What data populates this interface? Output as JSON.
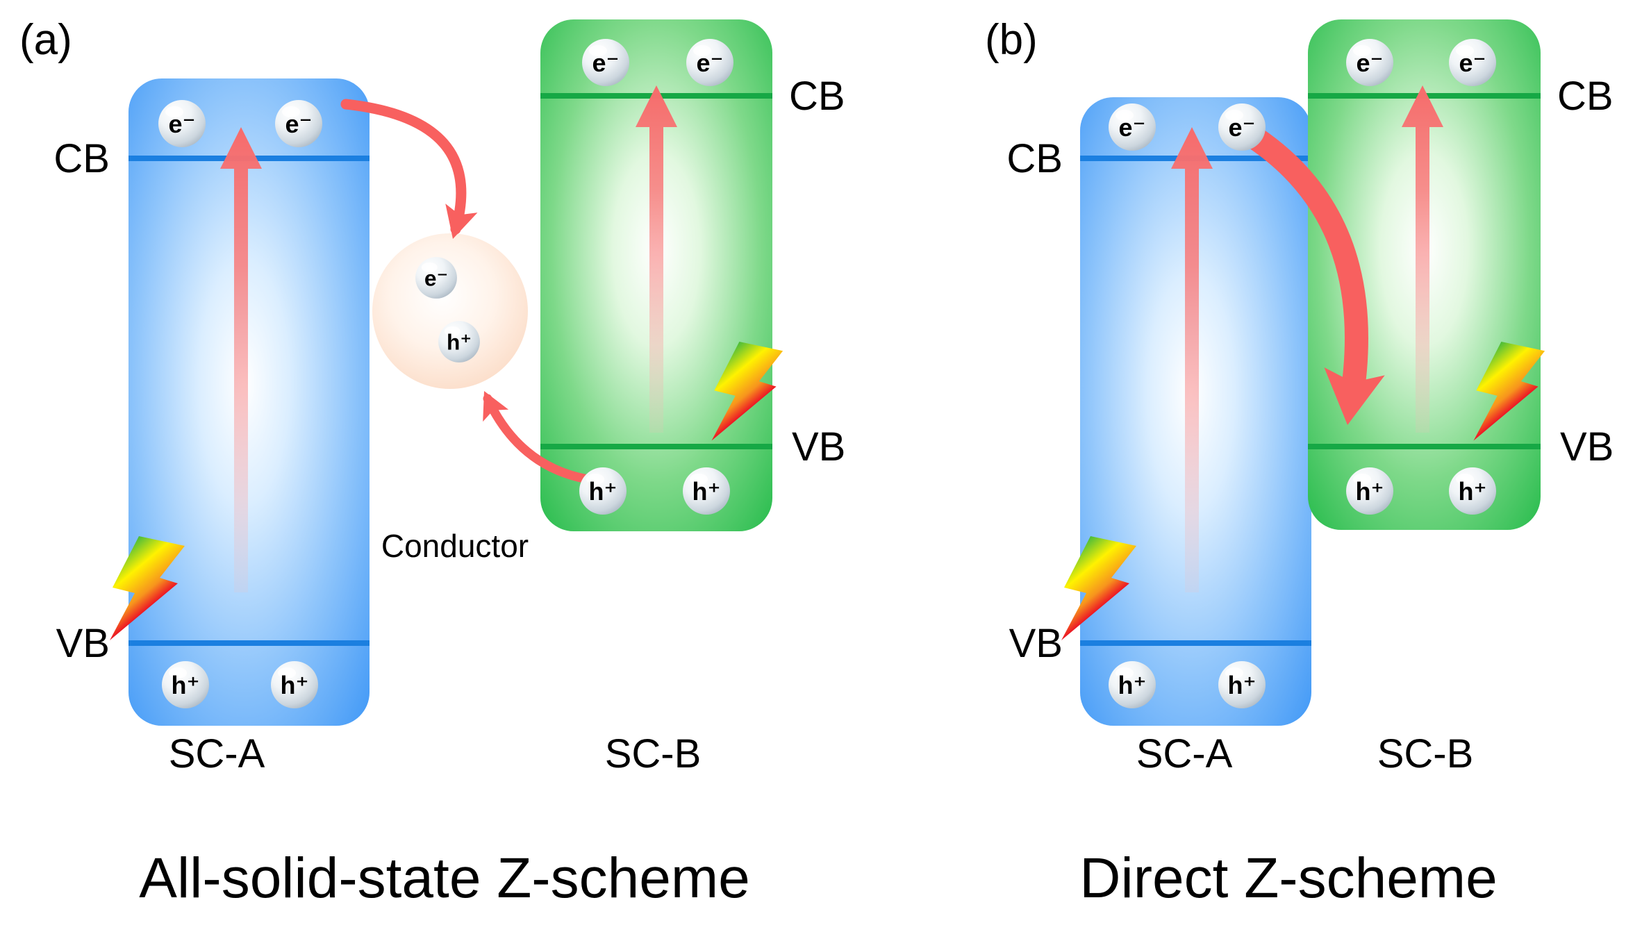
{
  "labels": {
    "electron": "e⁻",
    "hole": "h⁺",
    "conduction_band": "CB",
    "valence_band": "VB"
  },
  "panel_a": {
    "tag": "(a)",
    "sc_a": "SC-A",
    "sc_b": "SC-B",
    "conductor": "Conductor",
    "caption": "All-solid-state Z-scheme"
  },
  "panel_b": {
    "tag": "(b)",
    "sc_a": "SC-A",
    "sc_b": "SC-B",
    "caption": "Direct Z-scheme"
  },
  "colors": {
    "sc_a_blue": "#3e97f6",
    "sc_b_green": "#25bb4b",
    "band_line_blue": "#1b7fe0",
    "band_line_green": "#16a845",
    "arrow_red": "#f8605f",
    "particle_text_red": "#e8101d",
    "conductor_peach": "#f9d2bc"
  }
}
